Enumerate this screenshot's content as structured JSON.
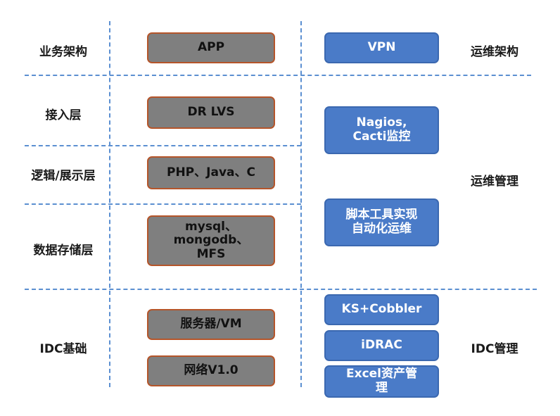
{
  "colors": {
    "gray_box": "#7f7f7f",
    "gray_border": "#b5552a",
    "blue_box": "#4a7bc8",
    "divider": "#5b8fd1"
  },
  "layers": {
    "business": "业务架构",
    "access": "接入层",
    "logic": "逻辑/展示层",
    "storage": "数据存储层",
    "idc": "IDC基础"
  },
  "ops_labels": {
    "ops_arch": "运维架构",
    "ops_mgmt": "运维管理",
    "idc_mgmt": "IDC管理"
  },
  "tech": {
    "app": "APP",
    "drlvs": "DR LVS",
    "lang": "PHP、Java、C",
    "db": "mysql、\nmongodb、\nMFS",
    "server": "服务器/VM",
    "network": "网络V1.0"
  },
  "ops": {
    "vpn": "VPN",
    "monitor": "Nagios,\nCacti监控",
    "script": "脚本工具实现\n自动化运维",
    "ks": "KS+Cobbler",
    "idrac": "iDRAC",
    "excel": "Excel资产管\n理"
  }
}
